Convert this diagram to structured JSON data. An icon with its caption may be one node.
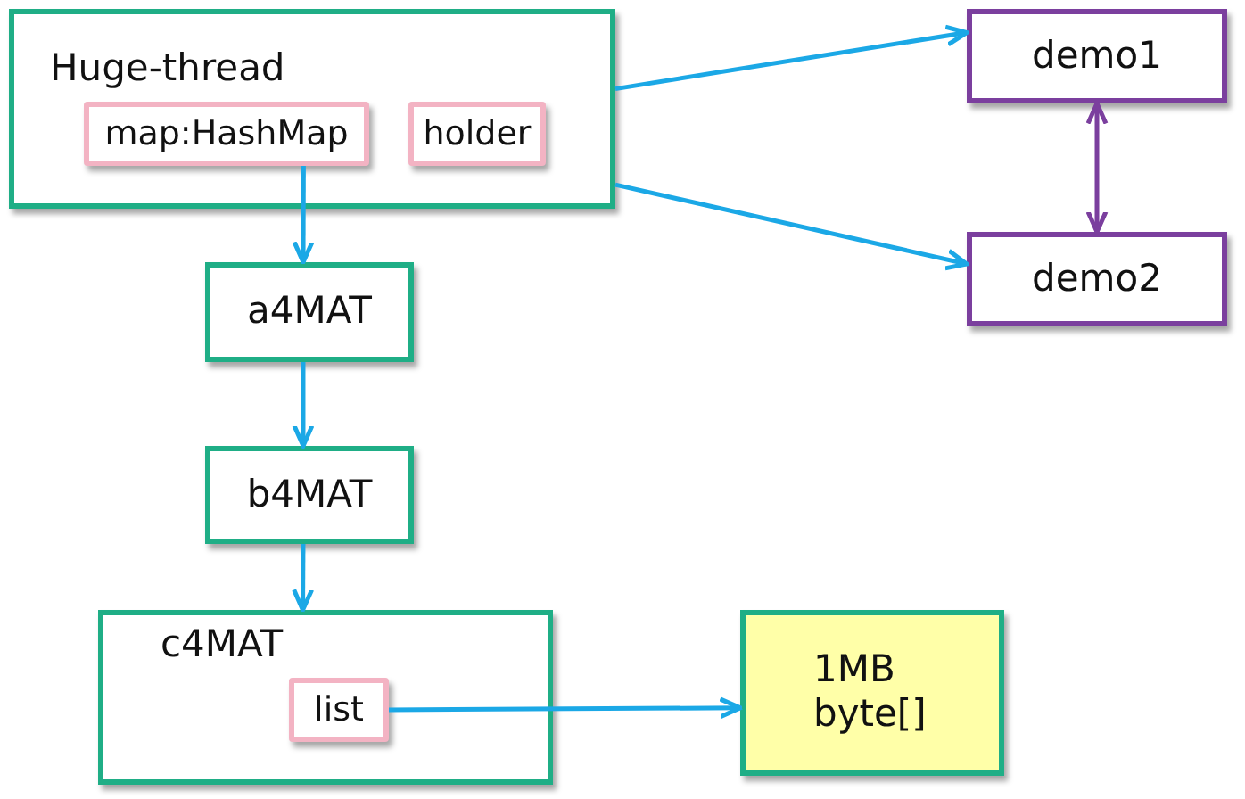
{
  "diagram": {
    "nodes": [
      {
        "text": [
          "Huge-thread"
        ]
      },
      {
        "text": [
          "map:HashMap"
        ],
        "in": 0
      },
      {
        "text": [
          "holder"
        ],
        "in": 0
      },
      {
        "text": [
          "demo1"
        ]
      },
      {
        "text": [
          "demo2"
        ]
      },
      {
        "text": [
          "a4MAT"
        ]
      },
      {
        "text": [
          "b4MAT"
        ]
      },
      {
        "text": [
          "c4MAT"
        ]
      },
      {
        "text": [
          "list"
        ],
        "in": 7
      },
      {
        "text": [
          "1MB byte[]"
        ]
      }
    ],
    "edges": [
      {
        "from": 0,
        "to": 3,
        "arrow": "to"
      },
      {
        "from": 0,
        "to": 4,
        "arrow": "to"
      },
      {
        "from": 1,
        "to": 5,
        "arrow": "to"
      },
      {
        "from": 5,
        "to": 6,
        "arrow": "to"
      },
      {
        "from": 6,
        "to": 7,
        "arrow": "to"
      },
      {
        "from": 8,
        "to": 9,
        "arrow": "to"
      },
      {
        "from": 3,
        "to": 4,
        "arrow": "both",
        "color": "#7b3f9e"
      }
    ]
  }
}
